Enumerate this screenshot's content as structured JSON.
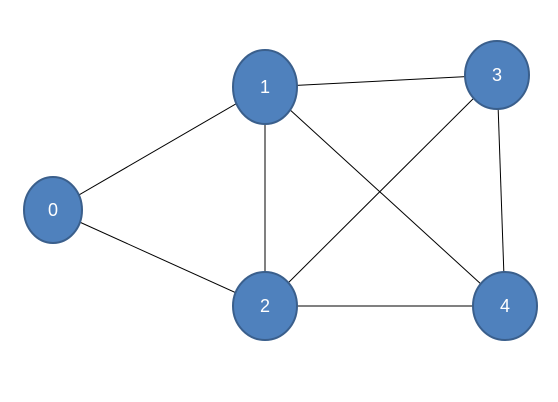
{
  "graph": {
    "node_fill": "#4f81bd",
    "node_stroke": "#3a5f8c",
    "edge_color": "#000000",
    "label_color": "#ffffff",
    "nodes": [
      {
        "id": "0",
        "label": "0"
      },
      {
        "id": "1",
        "label": "1"
      },
      {
        "id": "2",
        "label": "2"
      },
      {
        "id": "3",
        "label": "3"
      },
      {
        "id": "4",
        "label": "4"
      }
    ],
    "edges": [
      {
        "from": "0",
        "to": "1"
      },
      {
        "from": "0",
        "to": "2"
      },
      {
        "from": "1",
        "to": "3"
      },
      {
        "from": "1",
        "to": "2"
      },
      {
        "from": "1",
        "to": "4"
      },
      {
        "from": "3",
        "to": "2"
      },
      {
        "from": "3",
        "to": "4"
      },
      {
        "from": "2",
        "to": "4"
      }
    ]
  }
}
